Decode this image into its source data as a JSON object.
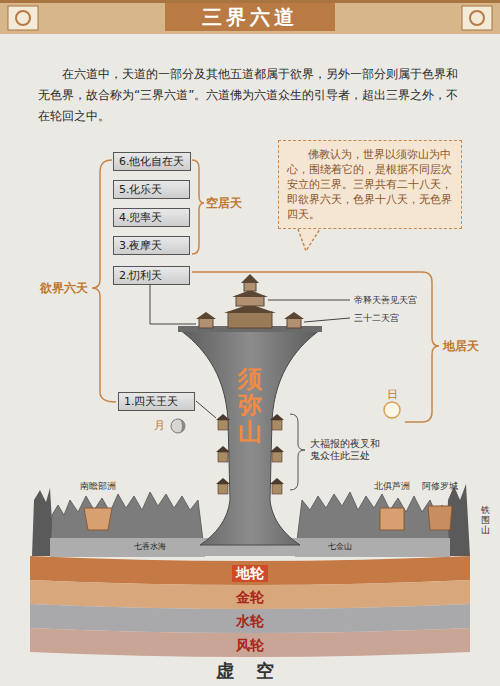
{
  "diagram": {
    "title": "三界六道",
    "nodes": [
      {
        "text": [
          "6.他化自在天"
        ]
      },
      {
        "text": [
          "5.化乐天"
        ]
      },
      {
        "text": [
          "4.兜率天"
        ]
      },
      {
        "text": [
          "3.夜摩天"
        ]
      },
      {
        "text": [
          "佛教认为，世界以须弥山为中心，围绕着它的，是根据不同层次安立的三界。三界共有二十八天，即欲界六天，色界十八天，无色界四天。"
        ]
      },
      {
        "text": [
          "2.忉利天"
        ]
      },
      {
        "text": [
          "须弥山"
        ]
      },
      {
        "text": [
          "1.四天王天"
        ]
      },
      {
        "text": [
          "地轮"
        ]
      },
      {
        "text": [
          "金轮"
        ]
      },
      {
        "text": [
          "水轮"
        ]
      },
      {
        "text": [
          "风轮"
        ]
      }
    ],
    "labels": [
      "在六道中，天道的一部分及其他五道都属于欲界，另外一部分则属于色界和无色界，故合称为“三界六道”。六道佛为六道众生的引导者，超出三界之外，不在轮回之中。",
      "空居天",
      "欲界六天",
      "帝释天善见天宫",
      "三十二天宫",
      "地居天",
      "日",
      "月",
      "大福报的夜叉和鬼众住此三处",
      "南瞻部洲",
      "北俱芦洲",
      "阿修罗城",
      "铁围山",
      "七香水海",
      "七金山",
      "虚空"
    ]
  }
}
